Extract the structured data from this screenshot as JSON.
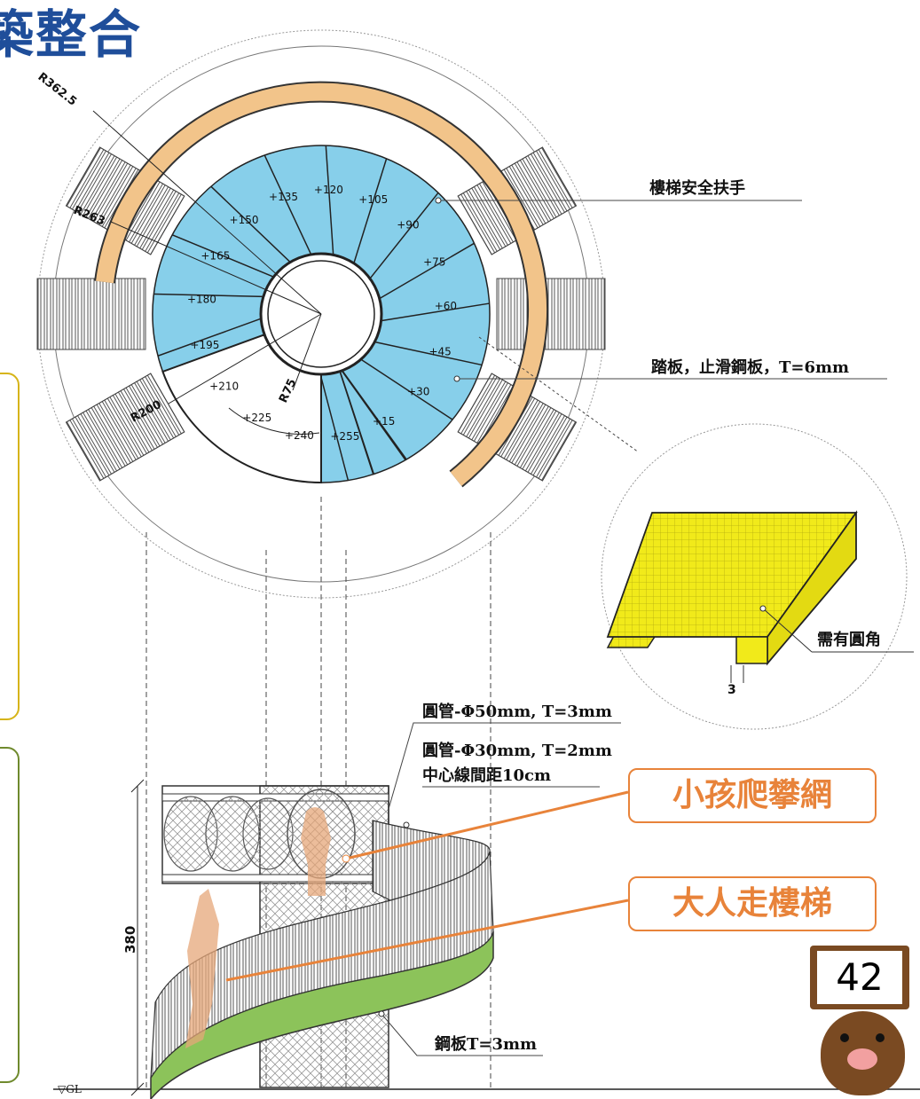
{
  "title": "築整合",
  "plan": {
    "radius_labels": [
      "R362.5",
      "R263",
      "R200",
      "R75"
    ],
    "steps": [
      "+15",
      "+30",
      "+45",
      "+60",
      "+75",
      "+90",
      "+105",
      "+120",
      "+135",
      "+150",
      "+165",
      "+180",
      "+195",
      "+210",
      "+225",
      "+240",
      "+255"
    ]
  },
  "annotations": {
    "handrail": "樓梯安全扶手",
    "tread": "踏板，止滑鋼板，T=6mm",
    "round_corner": "需有圓角",
    "dim_3": "3",
    "pipe_50": "圓管-Φ50mm, T=3mm",
    "pipe_30": "圓管-Φ30mm, T=2mm",
    "spacing": "中心線間距10cm",
    "plate": "鋼板T=3mm",
    "height": "380",
    "ground": "▽GL"
  },
  "callouts": {
    "kids": "小孩爬攀網",
    "adults": "大人走樓梯"
  },
  "page_number": "42",
  "colors": {
    "title": "#1f4e9a",
    "tread_fill": "#87cfea",
    "handrail": "#f2c48a",
    "plate_green": "#8cc35a",
    "detail_yellow": "#f1ea1a",
    "callout": "#e8833a",
    "side_box_yellow": "#d6b418",
    "side_box_green": "#6f8a2d"
  }
}
